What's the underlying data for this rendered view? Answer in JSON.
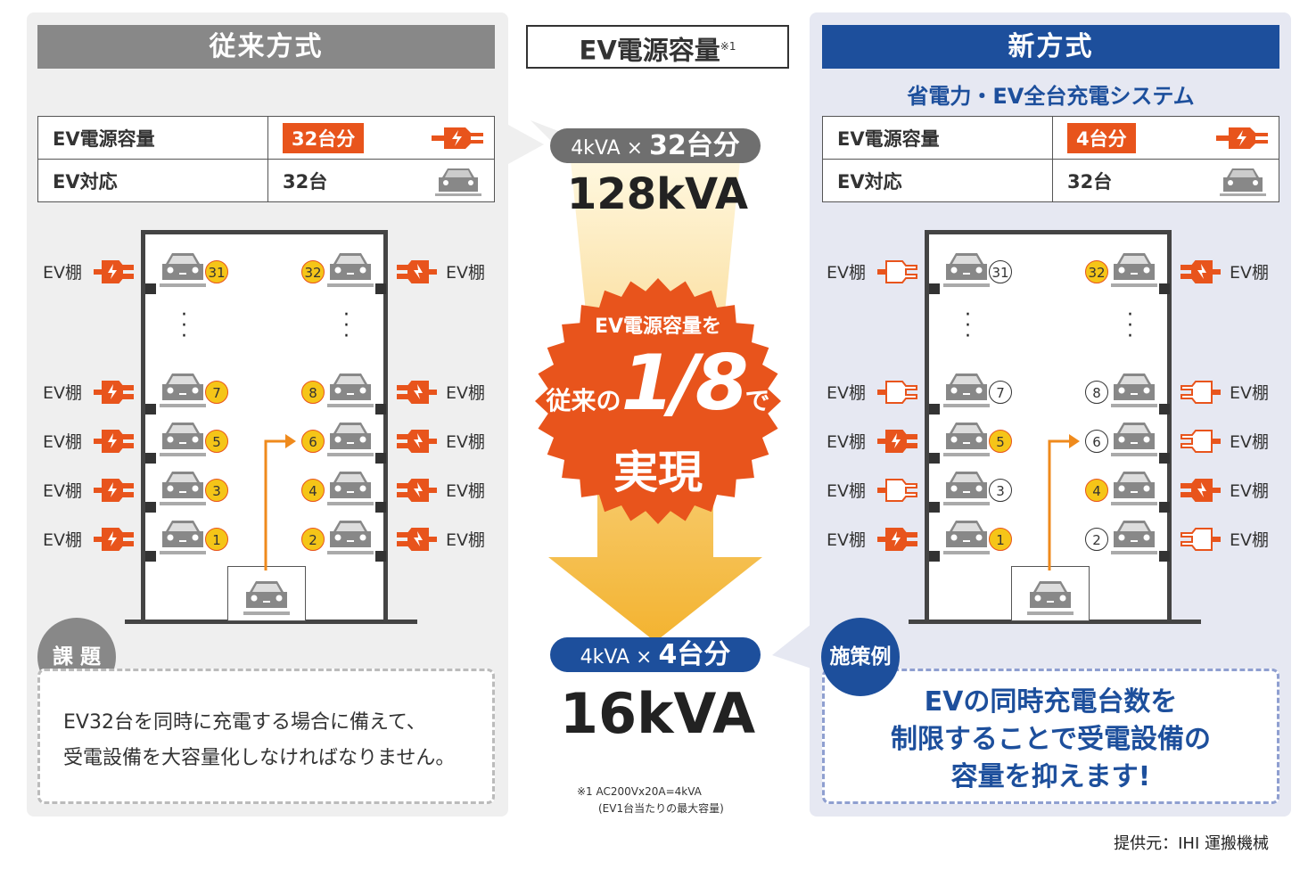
{
  "colors": {
    "orange": "#e8541c",
    "yellow": "#f5c518",
    "blue": "#1d4f9c",
    "gray": "#888888"
  },
  "old": {
    "title": "従来方式",
    "capacity_label": "EV電源容量",
    "capacity_value": "32台分",
    "support_label": "EV対応",
    "support_value": "32台",
    "shelf_label": "EV棚",
    "slots": [
      {
        "n": "31",
        "active": true
      },
      {
        "n": "32",
        "active": true
      },
      {
        "n": "7",
        "active": true
      },
      {
        "n": "8",
        "active": true
      },
      {
        "n": "5",
        "active": true
      },
      {
        "n": "6",
        "active": true
      },
      {
        "n": "3",
        "active": true
      },
      {
        "n": "4",
        "active": true
      },
      {
        "n": "1",
        "active": true
      },
      {
        "n": "2",
        "active": true
      }
    ],
    "issue_badge": "課 題",
    "issue_text": [
      "EV32台を同時に充電する場合に備えて、",
      "受電設備を大容量化しなければなりません。"
    ]
  },
  "new": {
    "title": "新方式",
    "subtitle": "省電力・EV全台充電システム",
    "capacity_label": "EV電源容量",
    "capacity_value": "4台分",
    "support_label": "EV対応",
    "support_value": "32台",
    "shelf_label": "EV棚",
    "slots": [
      {
        "n": "31",
        "active": false
      },
      {
        "n": "32",
        "active": true
      },
      {
        "n": "7",
        "active": false
      },
      {
        "n": "8",
        "active": false
      },
      {
        "n": "5",
        "active": true
      },
      {
        "n": "6",
        "active": false
      },
      {
        "n": "3",
        "active": false
      },
      {
        "n": "4",
        "active": true
      },
      {
        "n": "1",
        "active": true
      },
      {
        "n": "2",
        "active": false
      }
    ],
    "measure_badge": "施策例",
    "measure_text": [
      "EVの同時充電台数を",
      "制限することで受電設備の",
      "容量を抑えます!"
    ]
  },
  "center": {
    "title": "EV電源容量",
    "title_note": "※1",
    "old_formula_prefix": "4kVA × ",
    "old_formula_count": "32台分",
    "old_total": "128kVA",
    "burst_line1": "EV電源容量を",
    "burst_pre": "従来の",
    "burst_ratio": "1/8",
    "burst_post": "で",
    "burst_line3": "実現",
    "new_formula_prefix": "4kVA × ",
    "new_formula_count": "4台分",
    "new_total": "16kVA",
    "footnote1": "※1 AC200Vx20A=4kVA",
    "footnote2": "(EV1台当たりの最大容量)"
  },
  "credit": "提供元：IHI 運搬機械"
}
